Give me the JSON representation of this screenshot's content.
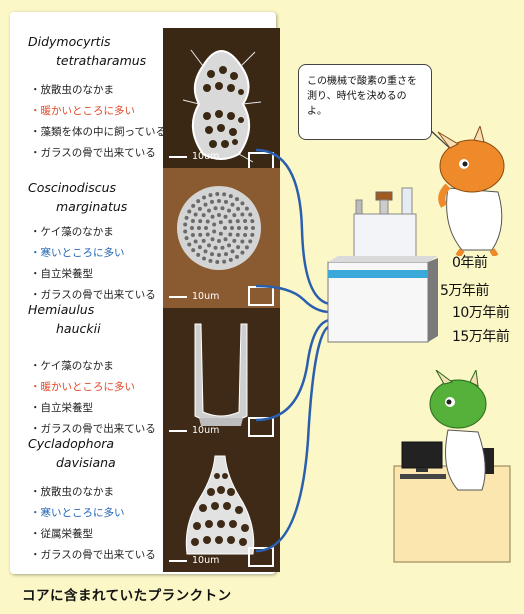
{
  "caption": "コアに含まれていたプランクトン",
  "speech": "この機械で酸素の重さを測り、時代を決めるのよ。",
  "eras": [
    "0年前",
    "5万年前",
    "10万年前",
    "15万年前"
  ],
  "specimens": [
    {
      "name1": "Didymocyrtis",
      "name2": "tetratharamus",
      "traits": [
        "・放散虫のなかま",
        "・暖かいところに多い",
        "・藻類を体の中に飼っている",
        "・ガラスの骨で出来ている"
      ],
      "trait_colors": [
        "default",
        "red",
        "default",
        "default"
      ],
      "scale": "10um"
    },
    {
      "name1": "Coscinodiscus",
      "name2": "marginatus",
      "traits": [
        "・ケイ藻のなかま",
        "・寒いところに多い",
        "・自立栄養型",
        "・ガラスの骨で出来ている"
      ],
      "trait_colors": [
        "default",
        "blue",
        "default",
        "default"
      ],
      "scale": "10um"
    },
    {
      "name1": "Hemiaulus",
      "name2": "hauckii",
      "traits": [
        "・ケイ藻のなかま",
        "・暖かいところに多い",
        "・自立栄養型",
        "・ガラスの骨で出来ている"
      ],
      "trait_colors": [
        "default",
        "red",
        "default",
        "default"
      ],
      "scale": "10um"
    },
    {
      "name1": "Cycladophora",
      "name2": "davisiana",
      "traits": [
        "・放散虫のなかま",
        "・寒いところに多い",
        "・従属栄養型",
        "・ガラスの骨で出来ている"
      ],
      "trait_colors": [
        "default",
        "blue",
        "default",
        "default"
      ],
      "scale": "10um"
    }
  ],
  "colors": {
    "background": "#fbf7c6",
    "warm_trait": "#e04a2a",
    "cold_trait": "#2366b5",
    "connector": "#2a5fb0",
    "photo_dark": "#3e2a16",
    "photo_brown": "#8a5a30",
    "character_orange": "#ef8a2a",
    "character_green": "#56b13a"
  }
}
